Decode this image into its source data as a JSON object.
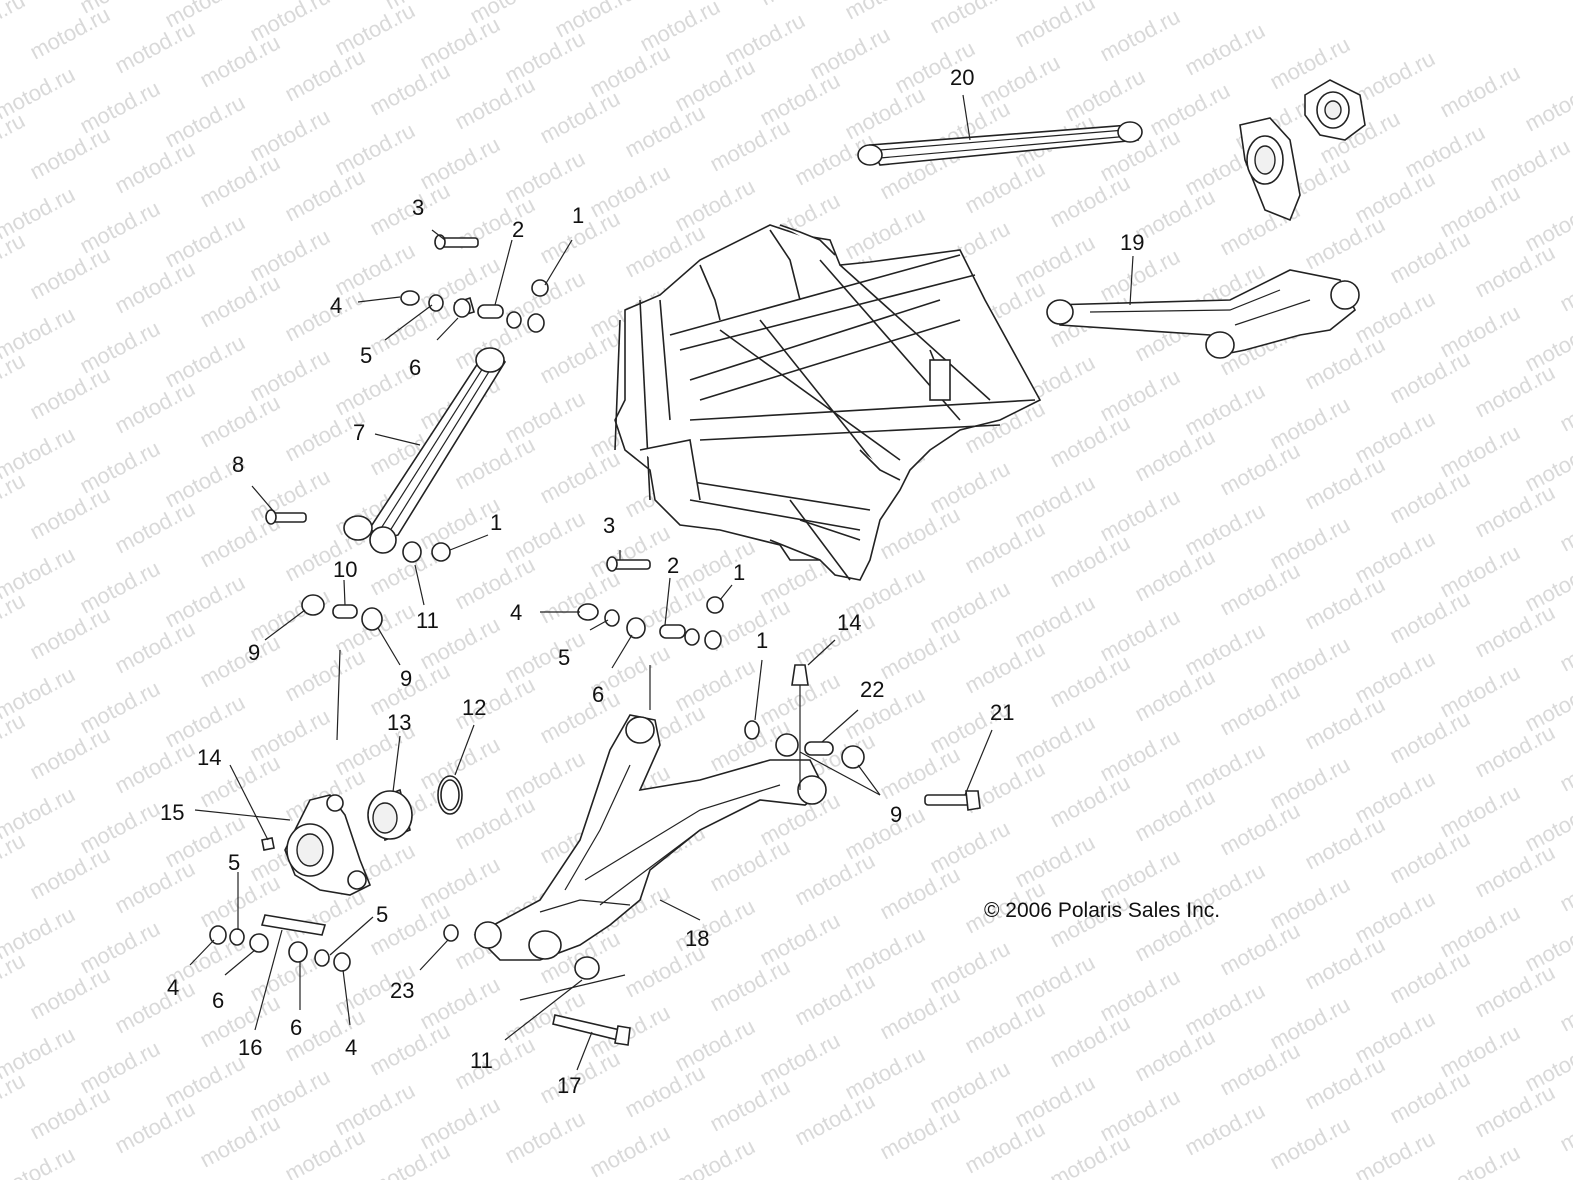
{
  "watermark": {
    "text": "motod.ru"
  },
  "copyright": "© 2006 Polaris Sales Inc.",
  "callouts": [
    {
      "id": "c20",
      "text": "20"
    },
    {
      "id": "c19",
      "text": "19"
    },
    {
      "id": "c3a",
      "text": "3"
    },
    {
      "id": "c2a",
      "text": "2"
    },
    {
      "id": "c1a",
      "text": "1"
    },
    {
      "id": "c4a",
      "text": "4"
    },
    {
      "id": "c5a",
      "text": "5"
    },
    {
      "id": "c6a",
      "text": "6"
    },
    {
      "id": "c7",
      "text": "7"
    },
    {
      "id": "c8",
      "text": "8"
    },
    {
      "id": "c1b",
      "text": "1"
    },
    {
      "id": "c10",
      "text": "10"
    },
    {
      "id": "c11a",
      "text": "11"
    },
    {
      "id": "c9a",
      "text": "9"
    },
    {
      "id": "c9b",
      "text": "9"
    },
    {
      "id": "c3b",
      "text": "3"
    },
    {
      "id": "c2b",
      "text": "2"
    },
    {
      "id": "c1c",
      "text": "1"
    },
    {
      "id": "c4b",
      "text": "4"
    },
    {
      "id": "c5b",
      "text": "5"
    },
    {
      "id": "c6b",
      "text": "6"
    },
    {
      "id": "c1d",
      "text": "1"
    },
    {
      "id": "c14a",
      "text": "14"
    },
    {
      "id": "c22",
      "text": "22"
    },
    {
      "id": "c21",
      "text": "21"
    },
    {
      "id": "c9c",
      "text": "9"
    },
    {
      "id": "c13",
      "text": "13"
    },
    {
      "id": "c12",
      "text": "12"
    },
    {
      "id": "c14b",
      "text": "14"
    },
    {
      "id": "c15",
      "text": "15"
    },
    {
      "id": "c5c",
      "text": "5"
    },
    {
      "id": "c5d",
      "text": "5"
    },
    {
      "id": "c4c",
      "text": "4"
    },
    {
      "id": "c6c",
      "text": "6"
    },
    {
      "id": "c16",
      "text": "16"
    },
    {
      "id": "c6d",
      "text": "6"
    },
    {
      "id": "c4d",
      "text": "4"
    },
    {
      "id": "c23",
      "text": "23"
    },
    {
      "id": "c18",
      "text": "18"
    },
    {
      "id": "c11b",
      "text": "11"
    },
    {
      "id": "c17",
      "text": "17"
    }
  ]
}
